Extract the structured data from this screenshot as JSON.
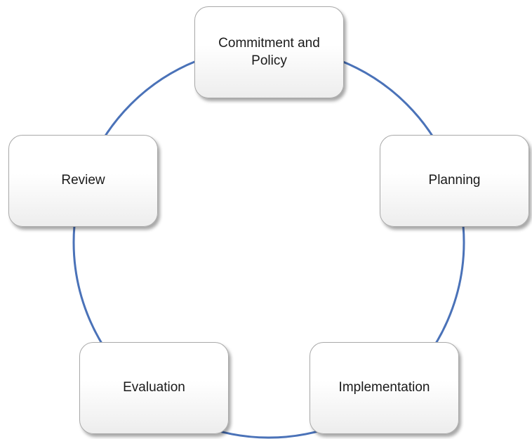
{
  "diagram": {
    "type": "cycle",
    "ring_color": "#4a72b8",
    "stages": [
      {
        "id": "commitment-and-policy",
        "label": "Commitment and Policy"
      },
      {
        "id": "planning",
        "label": "Planning"
      },
      {
        "id": "implementation",
        "label": "Implementation"
      },
      {
        "id": "evaluation",
        "label": "Evaluation"
      },
      {
        "id": "review",
        "label": "Review"
      }
    ]
  }
}
